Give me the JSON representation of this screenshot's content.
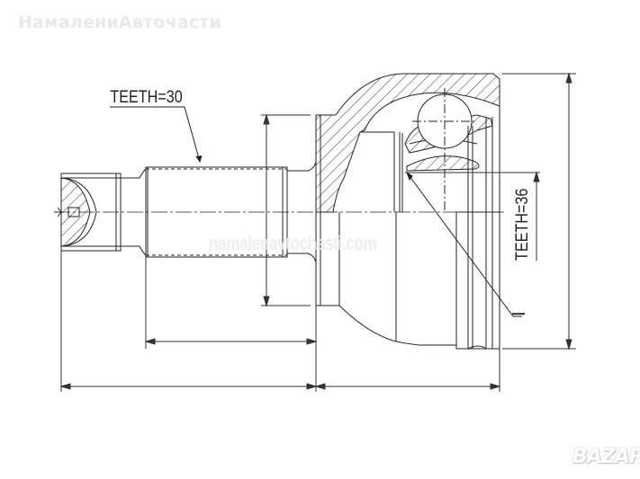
{
  "watermarks": {
    "top_left": "НамалениАвточасти",
    "center": "namalenavtochasti.com",
    "bottom_right": "BAZAR"
  },
  "drawing": {
    "title_subject": "outer CV joint technical drawing",
    "annotations": {
      "shaft_spline": "TEETH=30",
      "inner_spline": "TEETH=36",
      "ring_marker": "I"
    },
    "colors": {
      "line": "#222222",
      "background": "#ffffff",
      "watermark": "#e9e9ec"
    }
  }
}
